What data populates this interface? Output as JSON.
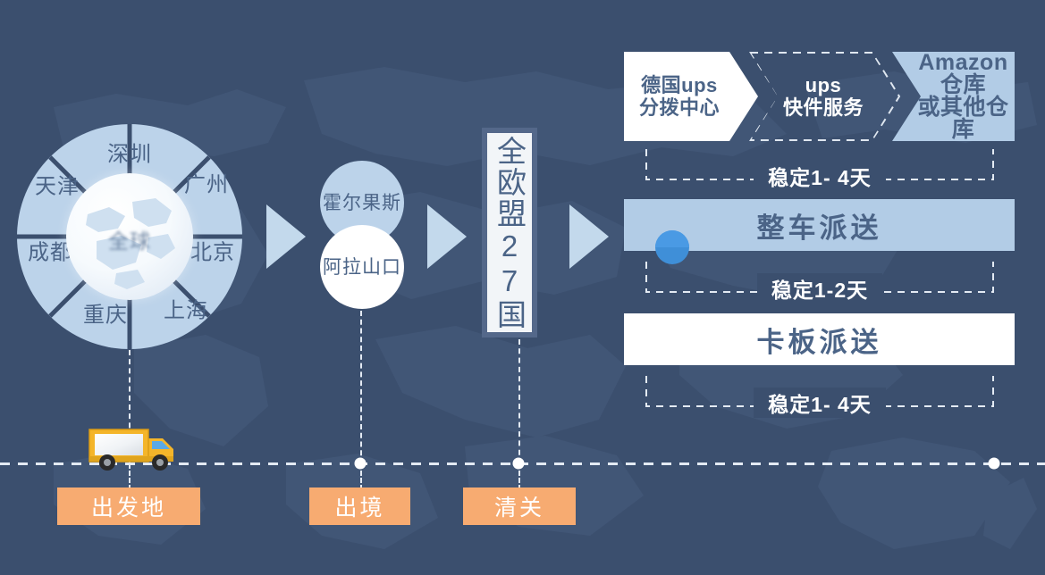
{
  "theme": {
    "background": "#3b4f6e",
    "light_blue": "#b2cce6",
    "pale_blue": "#bcd3ea",
    "arrow_blue": "#c3d9ec",
    "text_blue": "#4b6487",
    "white": "#ffffff",
    "orange": "#f7ab71",
    "cursor_blue": "#3f8fd8"
  },
  "origin_wheel": {
    "name": "china-origin-cities",
    "center_label": "全球",
    "cities": [
      {
        "label": "深圳"
      },
      {
        "label": "广州"
      },
      {
        "label": "北京"
      },
      {
        "label": "上海"
      },
      {
        "label": "重庆"
      },
      {
        "label": "成都"
      },
      {
        "label": "天津"
      }
    ]
  },
  "border_ports": {
    "top": "霍尔果斯",
    "bottom": "阿拉山口"
  },
  "eu_panel": {
    "label": "全欧盟27国"
  },
  "arrows": {
    "arrow1": "play-arrow",
    "arrow2": "play-arrow",
    "arrow3": "play-arrow"
  },
  "delivery_chevrons": [
    {
      "label": "德国ups\n分拨中心",
      "line1": "德国ups",
      "line2": "分拨中心",
      "style": "white"
    },
    {
      "label": "ups\n快件服务",
      "line1": "ups",
      "line2": "快件服务",
      "style": "dashed"
    },
    {
      "label": "Amazon仓库\n或其他仓库",
      "line1": "Amazon仓库",
      "line2": "或其他仓库",
      "style": "light"
    }
  ],
  "service_bars": [
    {
      "label": "整车派送",
      "style": "light"
    },
    {
      "label": "卡板派送",
      "style": "white"
    }
  ],
  "durations": [
    {
      "label": "稳定1- 4天"
    },
    {
      "label": "稳定1-2天"
    },
    {
      "label": "稳定1- 4天"
    }
  ],
  "timeline_stages": [
    {
      "label": "出发地"
    },
    {
      "label": "出境"
    },
    {
      "label": "清关"
    }
  ],
  "icons": {
    "truck": "delivery-truck-icon",
    "globe": "globe-icon",
    "cursor": "cursor-dot-icon"
  }
}
